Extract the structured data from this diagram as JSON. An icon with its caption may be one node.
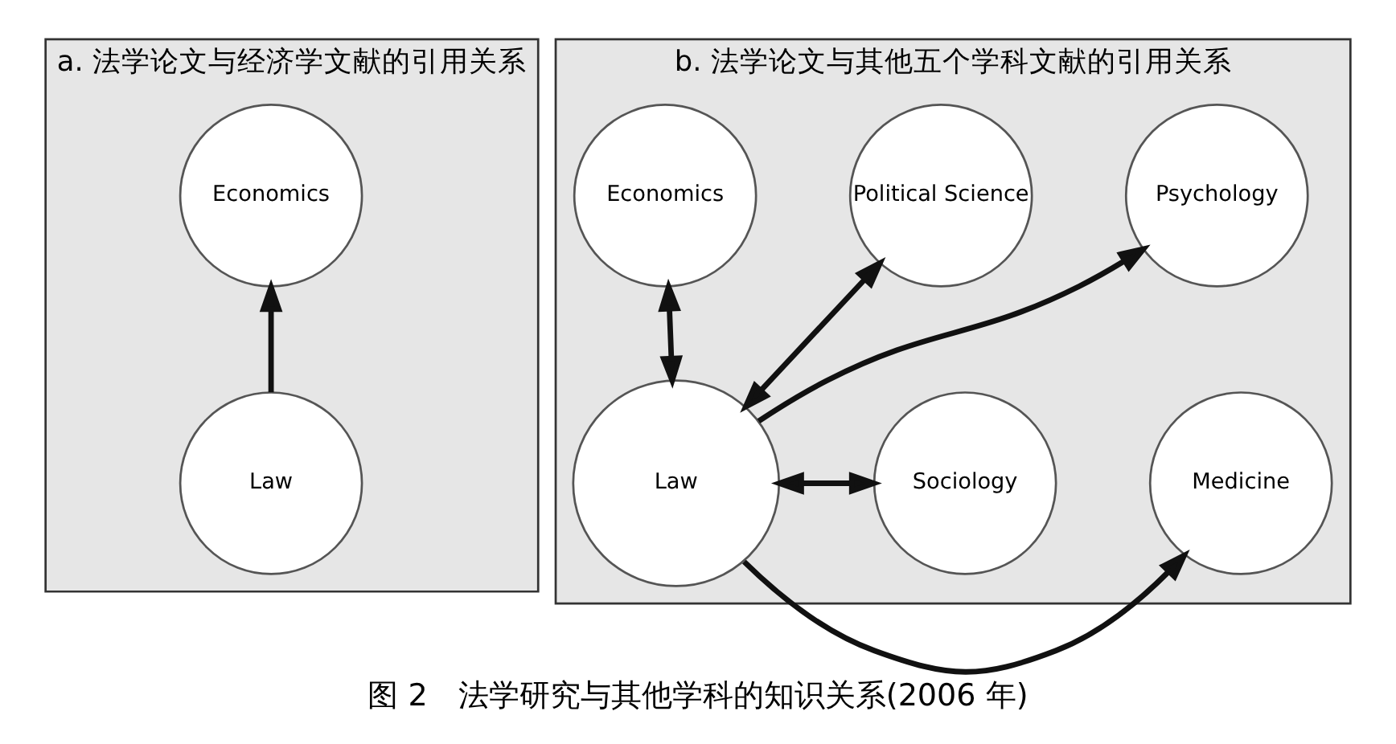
{
  "diagram": {
    "caption": "图 2　法学研究与其他学科的知识关系(2006 年)",
    "nodes": [
      {
        "text": [
          "a. 法学论文与经济学文献的引用关系"
        ]
      },
      {
        "text": [
          "Economics"
        ],
        "in": 0
      },
      {
        "text": [
          "Law"
        ],
        "in": 0
      },
      {
        "text": [
          "b. 法学论文与其他五个学科文献的引用关系"
        ]
      },
      {
        "text": [
          "Economics"
        ],
        "in": 3
      },
      {
        "text": [
          "Medicine"
        ],
        "in": 3
      },
      {
        "text": [
          "Law"
        ],
        "in": 3
      },
      {
        "text": [
          "Sociology"
        ],
        "in": 3
      },
      {
        "text": [
          "Political Science"
        ],
        "in": 3
      },
      {
        "text": [
          "Psychology"
        ],
        "in": 3
      }
    ],
    "edges": [
      {
        "from": 2,
        "to": 1,
        "arrow": "to"
      },
      {
        "from": 6,
        "to": 4,
        "arrow": "both"
      },
      {
        "from": 6,
        "to": 5,
        "arrow": "to"
      },
      {
        "from": 6,
        "to": 7,
        "arrow": "both"
      },
      {
        "from": 6,
        "to": 8,
        "arrow": "both"
      },
      {
        "from": 6,
        "to": 9,
        "arrow": "to"
      }
    ]
  }
}
